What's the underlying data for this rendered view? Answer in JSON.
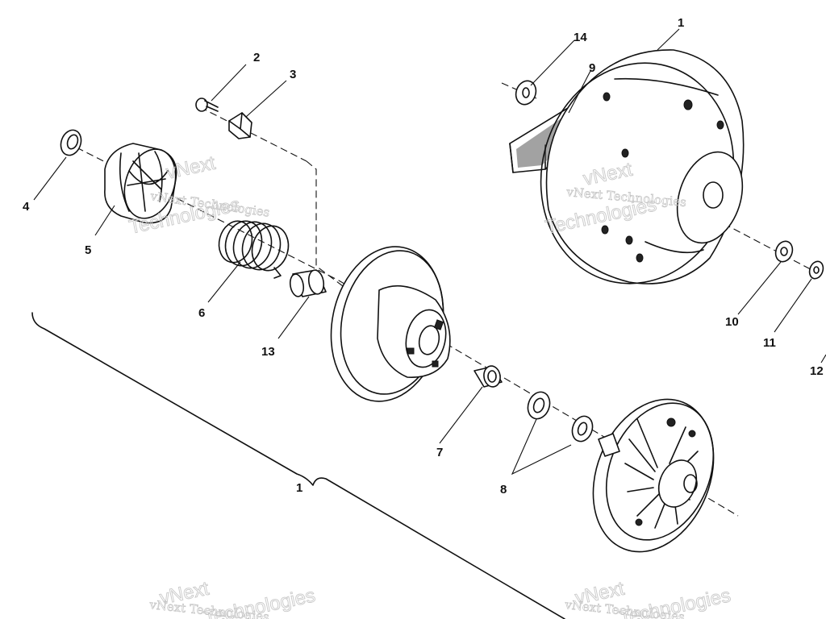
{
  "callouts": {
    "c1": "1",
    "c2": "2",
    "c3": "3",
    "c4": "4",
    "c5": "5",
    "c6": "6",
    "c7": "7",
    "c8": "8",
    "c9": "9",
    "c10": "10",
    "c11": "11",
    "c12": "12",
    "c13": "13",
    "c14": "14",
    "assembly": "1"
  },
  "watermark": {
    "brand": "vNext Technologies",
    "word1": "vNext",
    "word2": "Technologies"
  }
}
